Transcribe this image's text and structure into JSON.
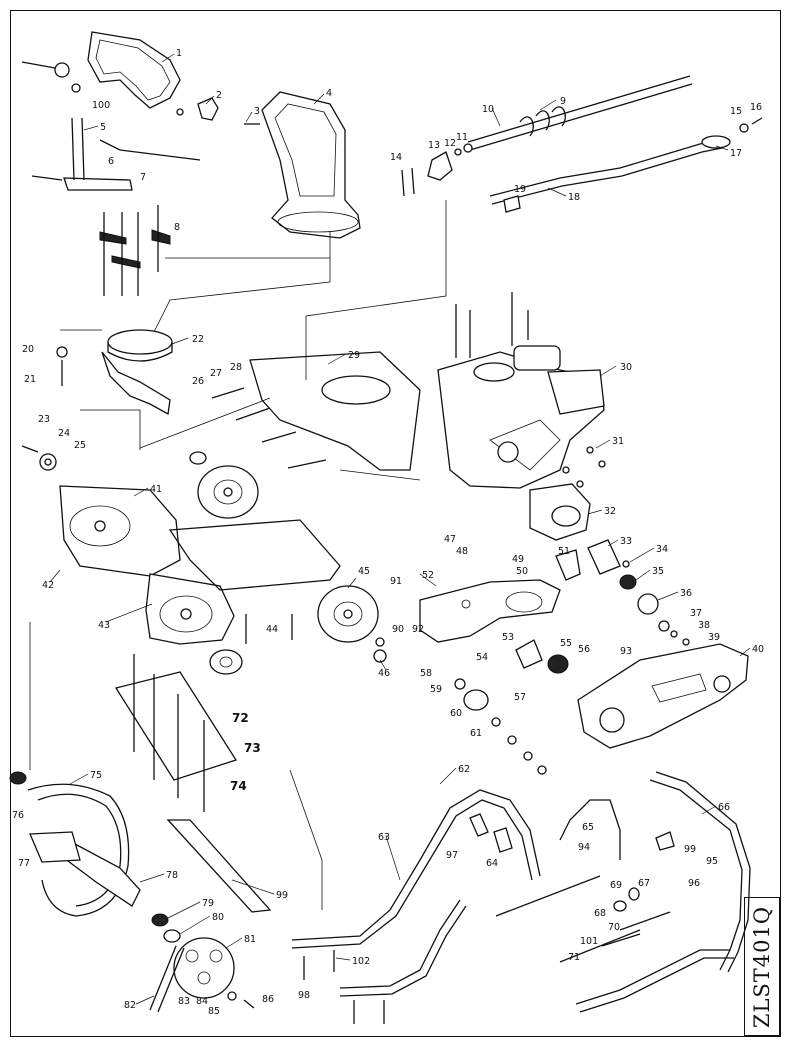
{
  "diagram": {
    "model": "ZLST401Q",
    "part_labels": [
      "1",
      "2",
      "3",
      "4",
      "5",
      "6",
      "7",
      "8",
      "9",
      "10",
      "11",
      "12",
      "13",
      "14",
      "15",
      "16",
      "17",
      "18",
      "19",
      "20",
      "21",
      "22",
      "23",
      "24",
      "25",
      "26",
      "27",
      "28",
      "29",
      "30",
      "31",
      "32",
      "33",
      "34",
      "35",
      "36",
      "37",
      "38",
      "39",
      "40",
      "41",
      "42",
      "43",
      "44",
      "45",
      "46",
      "47",
      "48",
      "49",
      "50",
      "51",
      "52",
      "53",
      "54",
      "55",
      "56",
      "57",
      "58",
      "59",
      "60",
      "61",
      "62",
      "63",
      "64",
      "65",
      "66",
      "67",
      "68",
      "69",
      "70",
      "71",
      "72",
      "73",
      "74",
      "75",
      "76",
      "77",
      "78",
      "79",
      "80",
      "81",
      "82",
      "83",
      "84",
      "85",
      "86",
      "90",
      "91",
      "92",
      "93",
      "94",
      "95",
      "96",
      "97",
      "98",
      "99",
      "99",
      "100",
      "101",
      "102"
    ]
  }
}
